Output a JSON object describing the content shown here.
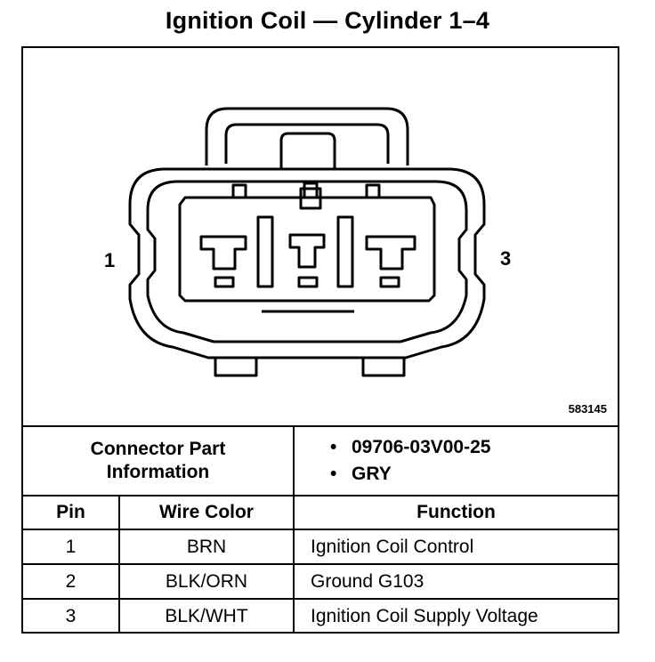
{
  "title": "Ignition Coil — Cylinder 1–4",
  "figure_number": "583145",
  "pin_labels": {
    "left": "1",
    "right": "3"
  },
  "connector_info": {
    "label_line1": "Connector Part",
    "label_line2": "Information",
    "items": [
      "09706-03V00-25",
      "GRY"
    ]
  },
  "table": {
    "headers": {
      "pin": "Pin",
      "wire_color": "Wire Color",
      "function": "Function"
    },
    "rows": [
      {
        "pin": "1",
        "wire_color": "BRN",
        "function": "Ignition Coil Control"
      },
      {
        "pin": "2",
        "wire_color": "BLK/ORN",
        "function": "Ground G103"
      },
      {
        "pin": "3",
        "wire_color": "BLK/WHT",
        "function": "Ignition Coil Supply Voltage"
      }
    ]
  }
}
